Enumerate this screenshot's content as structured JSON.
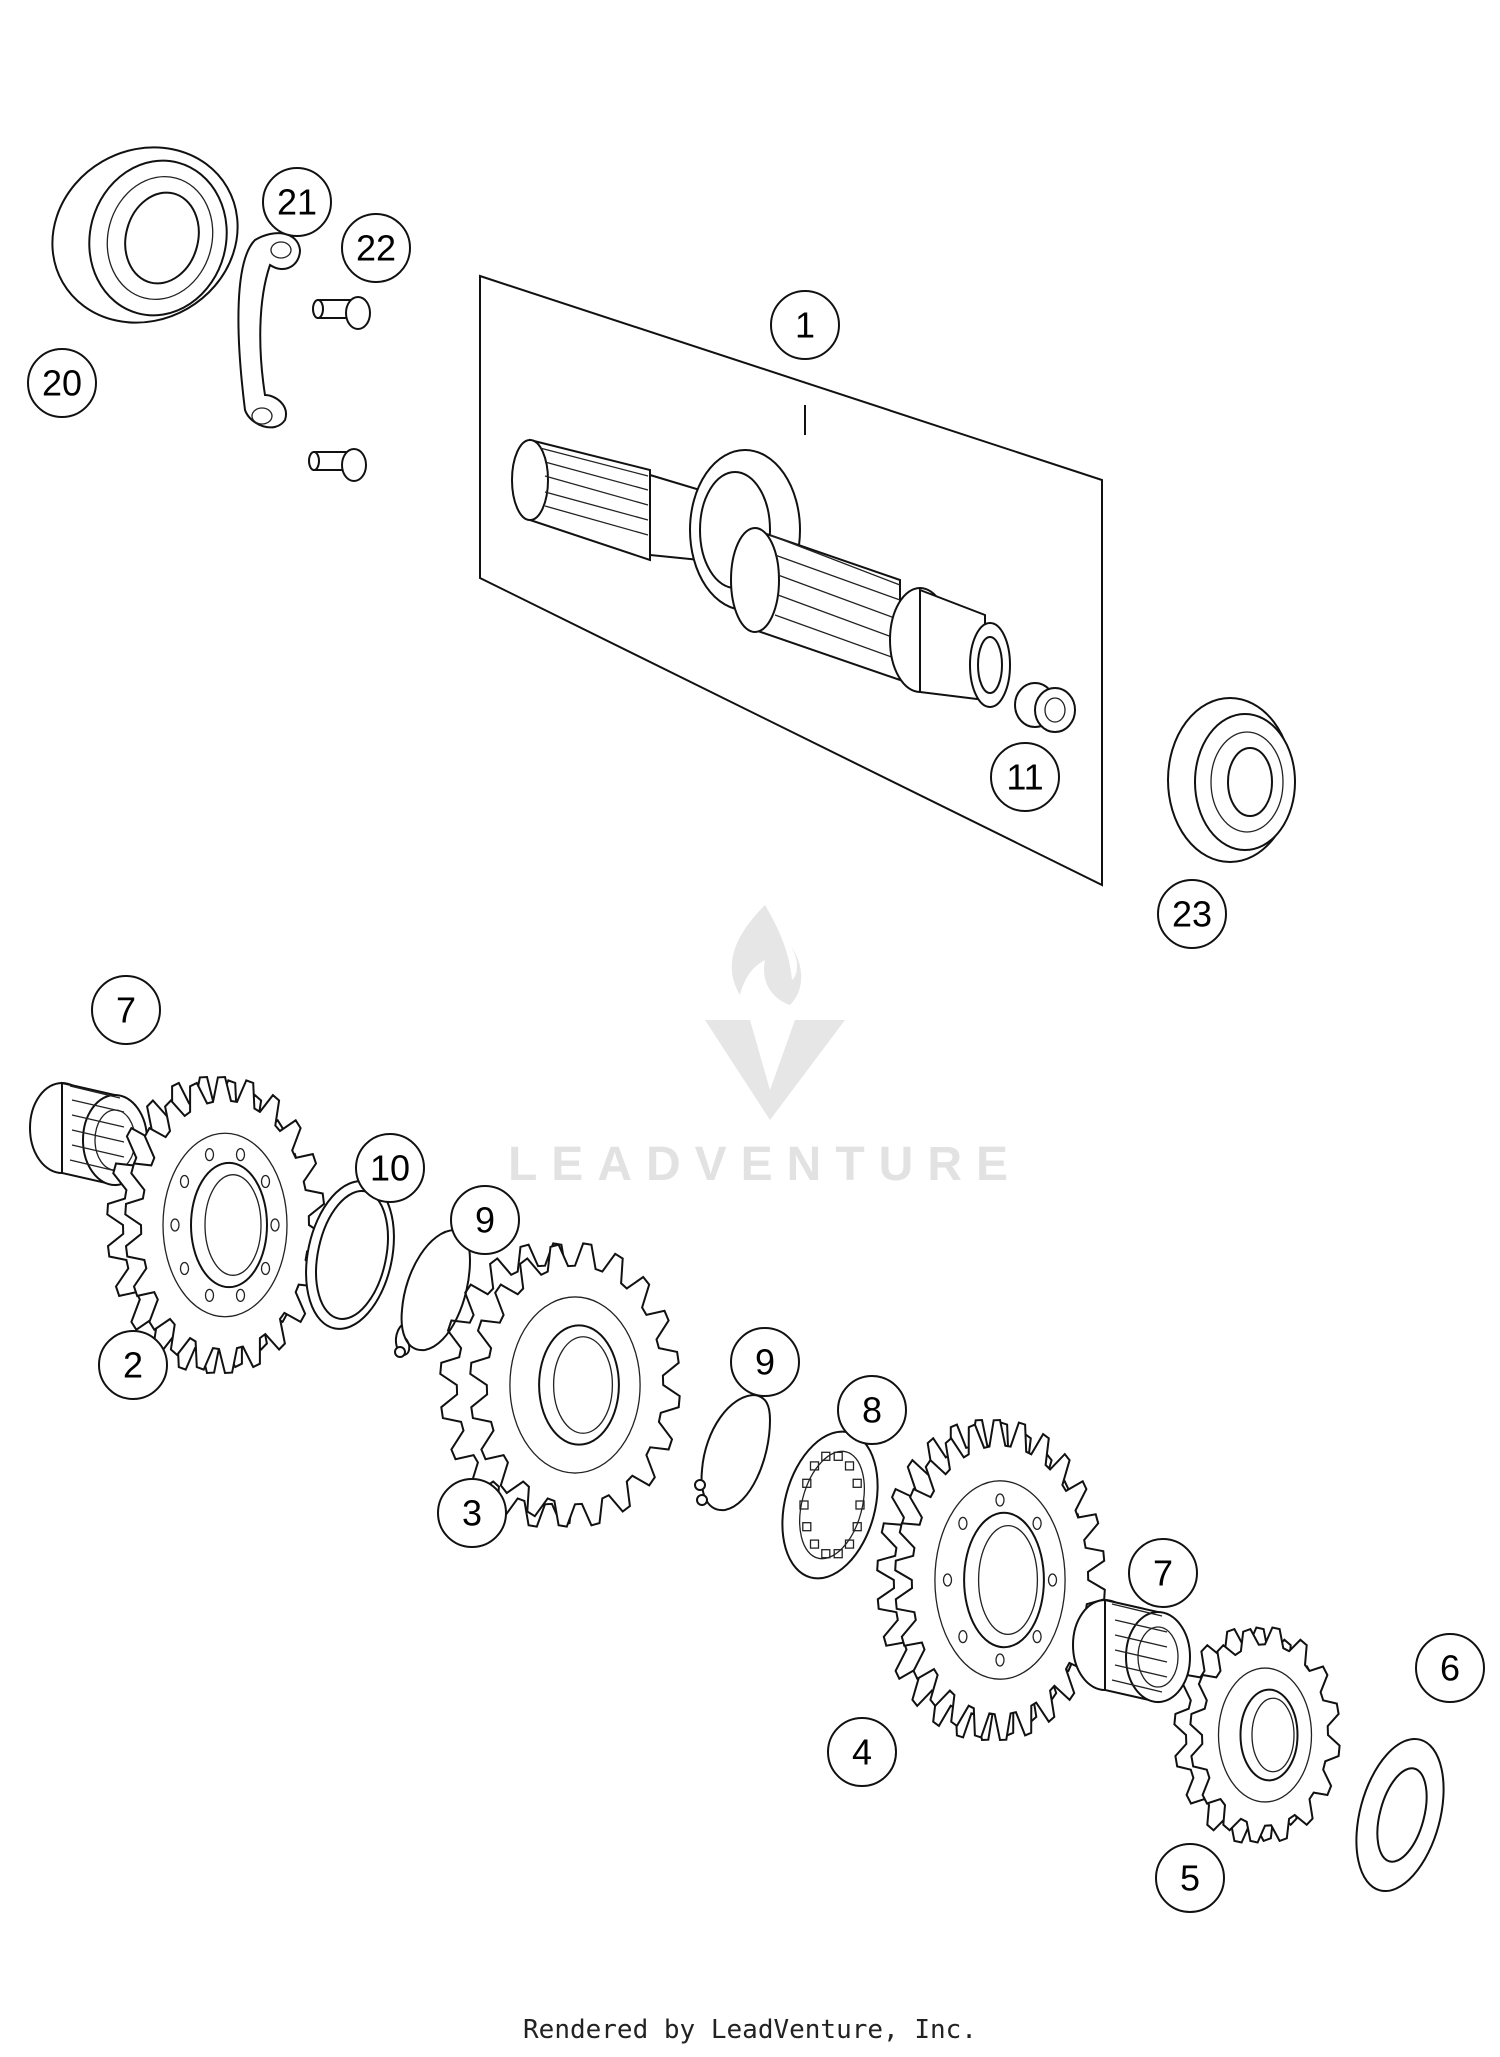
{
  "diagram": {
    "callouts": [
      {
        "id": "c1",
        "label": "1"
      },
      {
        "id": "c2",
        "label": "2"
      },
      {
        "id": "c3",
        "label": "3"
      },
      {
        "id": "c4",
        "label": "4"
      },
      {
        "id": "c5",
        "label": "5"
      },
      {
        "id": "c6",
        "label": "6"
      },
      {
        "id": "c7a",
        "label": "7"
      },
      {
        "id": "c7b",
        "label": "7"
      },
      {
        "id": "c8",
        "label": "8"
      },
      {
        "id": "c9a",
        "label": "9"
      },
      {
        "id": "c9b",
        "label": "9"
      },
      {
        "id": "c10",
        "label": "10"
      },
      {
        "id": "c11",
        "label": "11"
      },
      {
        "id": "c20",
        "label": "20"
      },
      {
        "id": "c21",
        "label": "21"
      },
      {
        "id": "c22",
        "label": "22"
      },
      {
        "id": "c23",
        "label": "23"
      }
    ]
  },
  "watermark": {
    "text": "LEADVENTURE"
  },
  "footer": {
    "text": "Rendered by LeadVenture, Inc."
  }
}
